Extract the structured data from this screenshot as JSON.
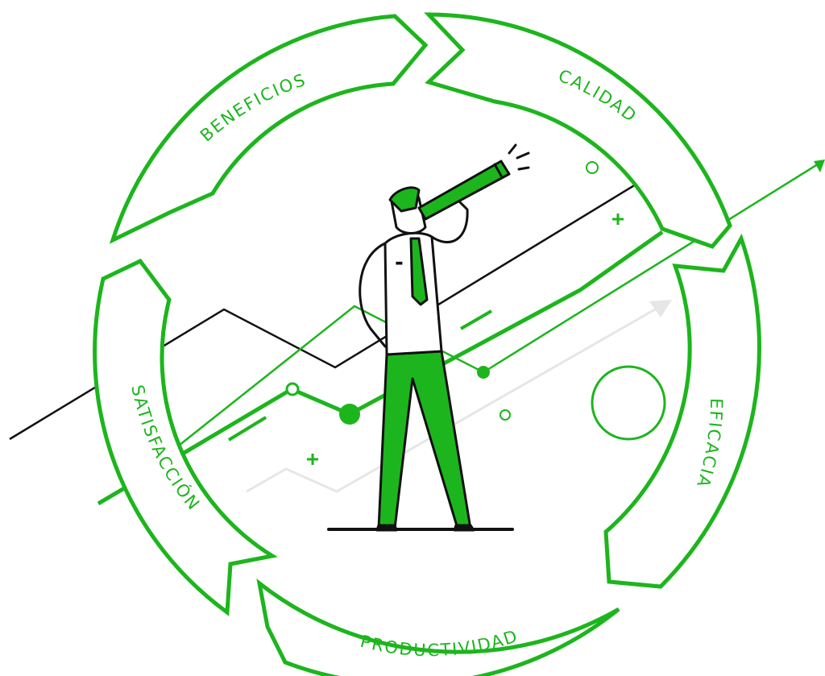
{
  "colors": {
    "accent": "#1db51d",
    "ink": "#111111",
    "faint": "#e6e6e6",
    "background": "#ffffff"
  },
  "cycle": {
    "segments": [
      {
        "label": "BENEFICIOS"
      },
      {
        "label": "CALIDAD"
      },
      {
        "label": "EFICACIA"
      },
      {
        "label": "PRODUCTIVIDAD"
      },
      {
        "label": "SATISFACCIÓN"
      }
    ]
  },
  "illustration": {
    "figure": "person-with-telescope",
    "marks": {
      "plus": "+",
      "minus": "-"
    }
  }
}
